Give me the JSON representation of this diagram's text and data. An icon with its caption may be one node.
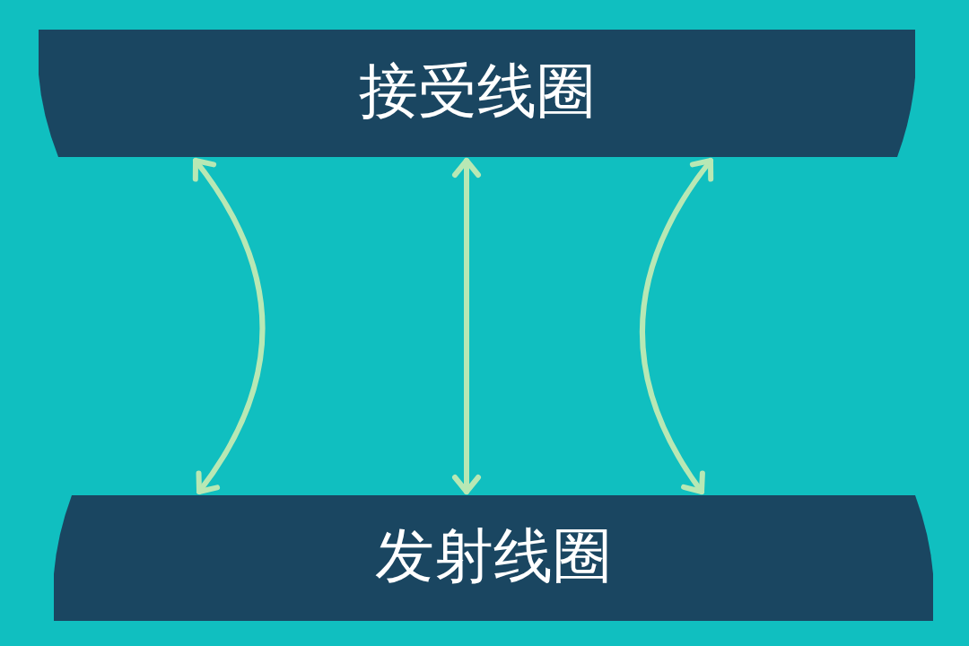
{
  "diagram": {
    "nodes": [
      {
        "text": [
          "接受线圈"
        ]
      },
      {
        "text": [
          "发射线圈"
        ]
      }
    ],
    "edges": [
      {
        "from": 0,
        "to": 1,
        "arrow": "both"
      },
      {
        "from": 0,
        "to": 1,
        "arrow": "both"
      },
      {
        "from": 0,
        "to": 1,
        "arrow": "both"
      }
    ]
  }
}
